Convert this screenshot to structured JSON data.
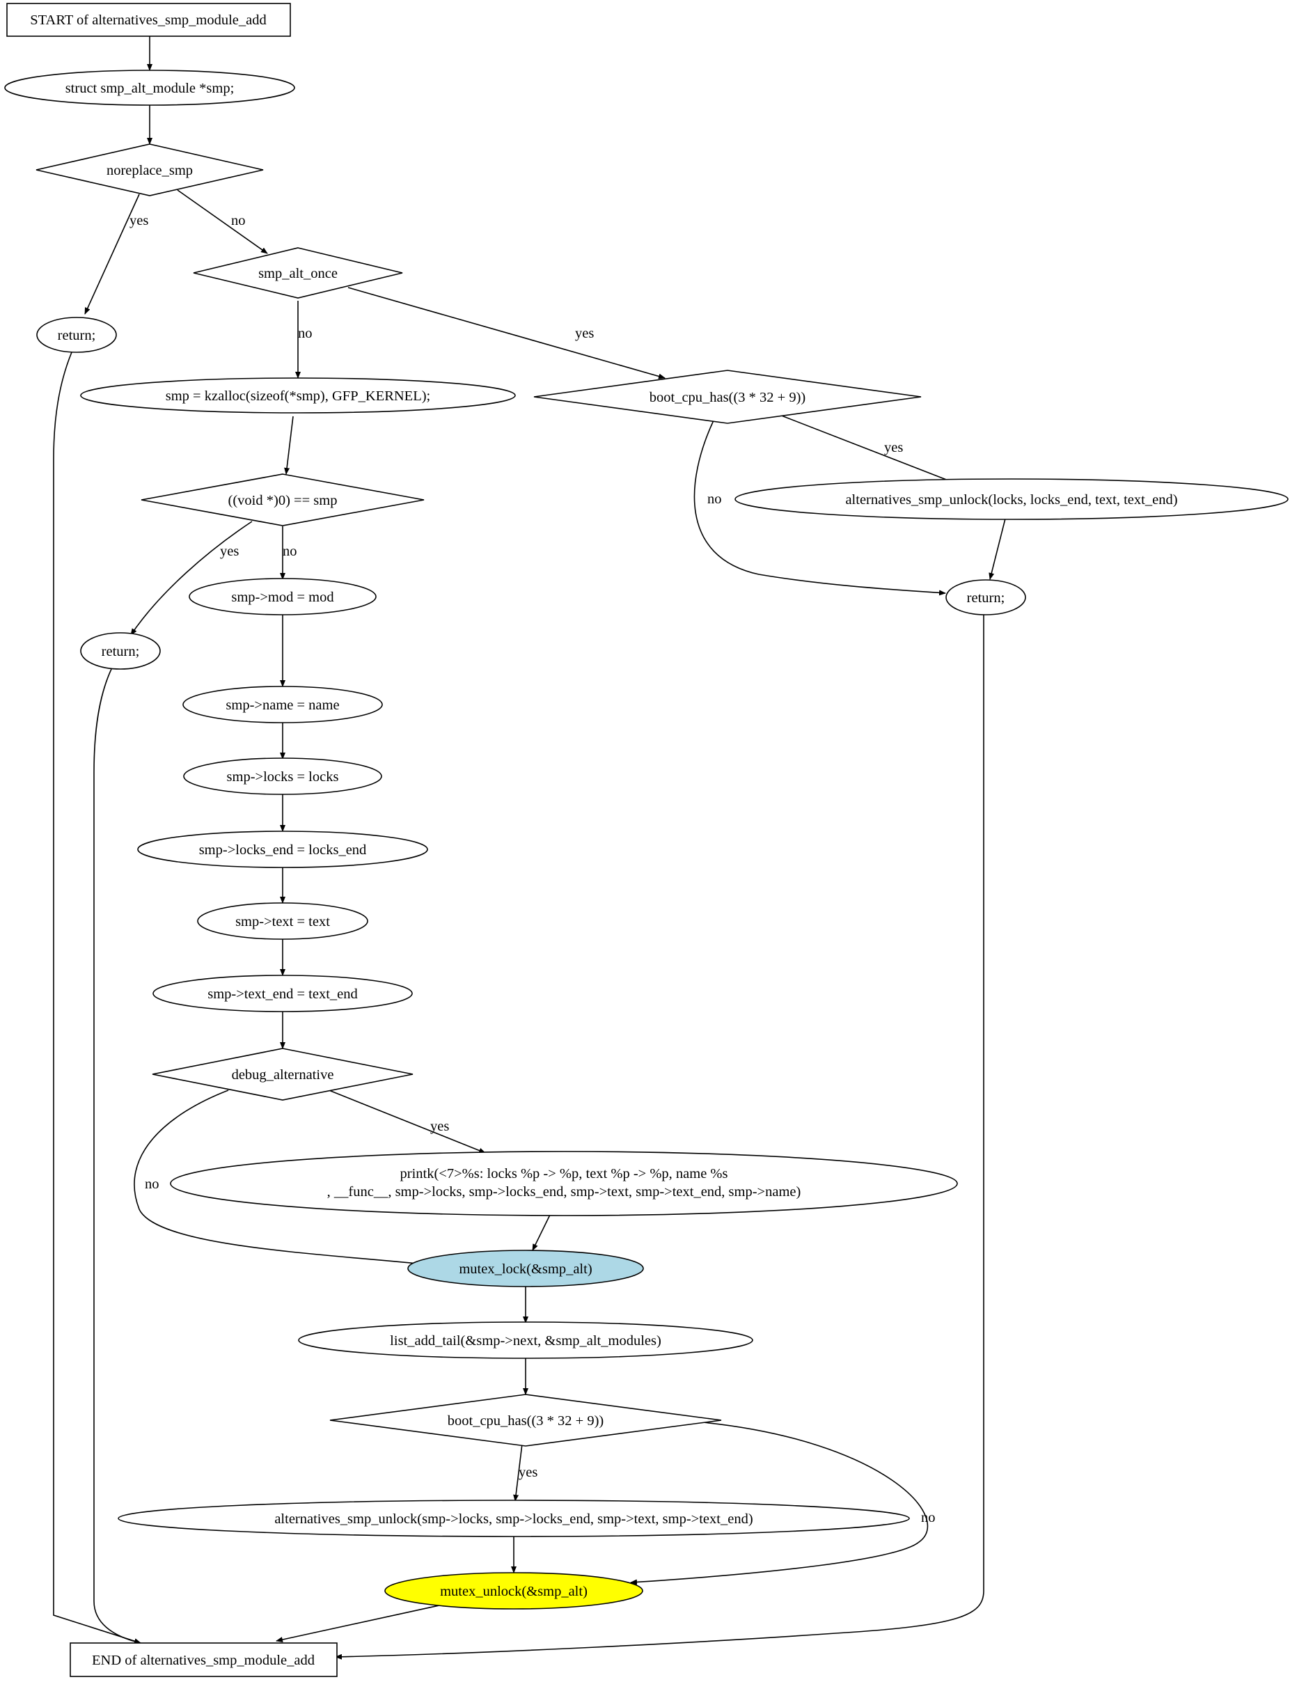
{
  "nodes": {
    "start": "START of alternatives_smp_module_add",
    "decl": "struct smp_alt_module *smp;",
    "noreplace": "noreplace_smp",
    "return1": "return;",
    "once": "smp_alt_once",
    "kzalloc": "smp = kzalloc(sizeof(*smp), GFP_KERNEL);",
    "bootcpu1": "boot_cpu_has((3 * 32 + 9))",
    "unlock1": "alternatives_smp_unlock(locks, locks_end, text, text_end)",
    "nullcheck": "((void *)0) == smp",
    "return2": "return;",
    "return3": "return;",
    "mod": "smp->mod = mod",
    "name": "smp->name = name",
    "locks": "smp->locks = locks",
    "locks_end": "smp->locks_end = locks_end",
    "text": "smp->text = text",
    "text_end": "smp->text_end = text_end",
    "debug": "debug_alternative",
    "printk_line1": "printk(<7>%s: locks %p -> %p, text %p -> %p, name %s",
    "printk_line2": ", __func__, smp->locks, smp->locks_end, smp->text, smp->text_end, smp->name)",
    "mutex_lock": "mutex_lock(&smp_alt)",
    "list_add": "list_add_tail(&smp->next, &smp_alt_modules)",
    "bootcpu2": "boot_cpu_has((3 * 32 + 9))",
    "unlock2": "alternatives_smp_unlock(smp->locks, smp->locks_end, smp->text, smp->text_end)",
    "mutex_unlock": "mutex_unlock(&smp_alt)",
    "end": "END of alternatives_smp_module_add"
  },
  "edge_labels": {
    "yes": "yes",
    "no": "no"
  },
  "colors": {
    "mutex_lock_fill": "#add8e6",
    "mutex_unlock_fill": "#ffff00"
  }
}
